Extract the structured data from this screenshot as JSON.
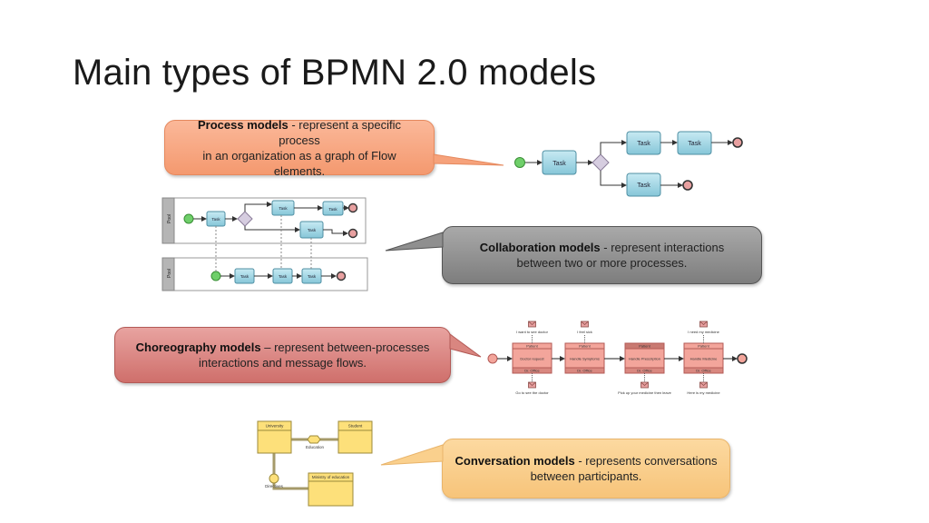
{
  "slide": {
    "title": "Main types of BPMN 2.0 models"
  },
  "callouts": {
    "process": {
      "bold": "Process models",
      "text_line1": " - represent a specific process",
      "text_line2": "in an organization as a graph of Flow",
      "text_line3": "elements."
    },
    "collaboration": {
      "bold": "Collaboration models",
      "text_line1": " - represent interactions",
      "text_line2": "between two or more processes."
    },
    "choreography": {
      "bold": "Choreography models",
      "text_line1": " – represent between-processes",
      "text_line2": "interactions and message flows."
    },
    "conversation": {
      "bold": "Conversation models",
      "text_line1": " - represents conversations",
      "text_line2": "between participants."
    }
  },
  "process_diagram": {
    "tasks": [
      "Task",
      "Task",
      "Task",
      "Task"
    ]
  },
  "collaboration_diagram": {
    "pool_labels": [
      "Pool",
      "Pool"
    ],
    "top_tasks": [
      "Task",
      "Task",
      "Task",
      "Task"
    ],
    "bottom_tasks": [
      "Task",
      "Task",
      "Task"
    ]
  },
  "choreography_diagram": {
    "activities": [
      {
        "top": "Patient",
        "name": "Doctor request",
        "bottom": "Dr. Office"
      },
      {
        "top": "Patient",
        "name": "Handle Symptoms",
        "bottom": "Dr. Office"
      },
      {
        "top": "Patient",
        "name": "Handle Prescription",
        "bottom": "Dr. Office"
      },
      {
        "top": "Patient",
        "name": "Handle Medicine",
        "bottom": "Dr. Office"
      }
    ],
    "messages_top": [
      "I want to see doctor",
      "I feel sick",
      "I need my medicine"
    ],
    "messages_bottom": [
      "Go to see the doctor",
      "Pick up your medicine then leave",
      "Here is my medicine"
    ]
  },
  "conversation_diagram": {
    "participants": [
      "University",
      "Student",
      "Ministry of education"
    ],
    "conversations": [
      "Education",
      "Directives"
    ]
  },
  "colors": {
    "task_fill": "#a9dbe8",
    "start_event": "#6fcf6a",
    "end_event": "#e8a0a0",
    "gateway": "#d6cde0",
    "choreo_fill": "#f3a59b",
    "choreo_band": "#d98880",
    "conv_fill": "#fde07a"
  }
}
